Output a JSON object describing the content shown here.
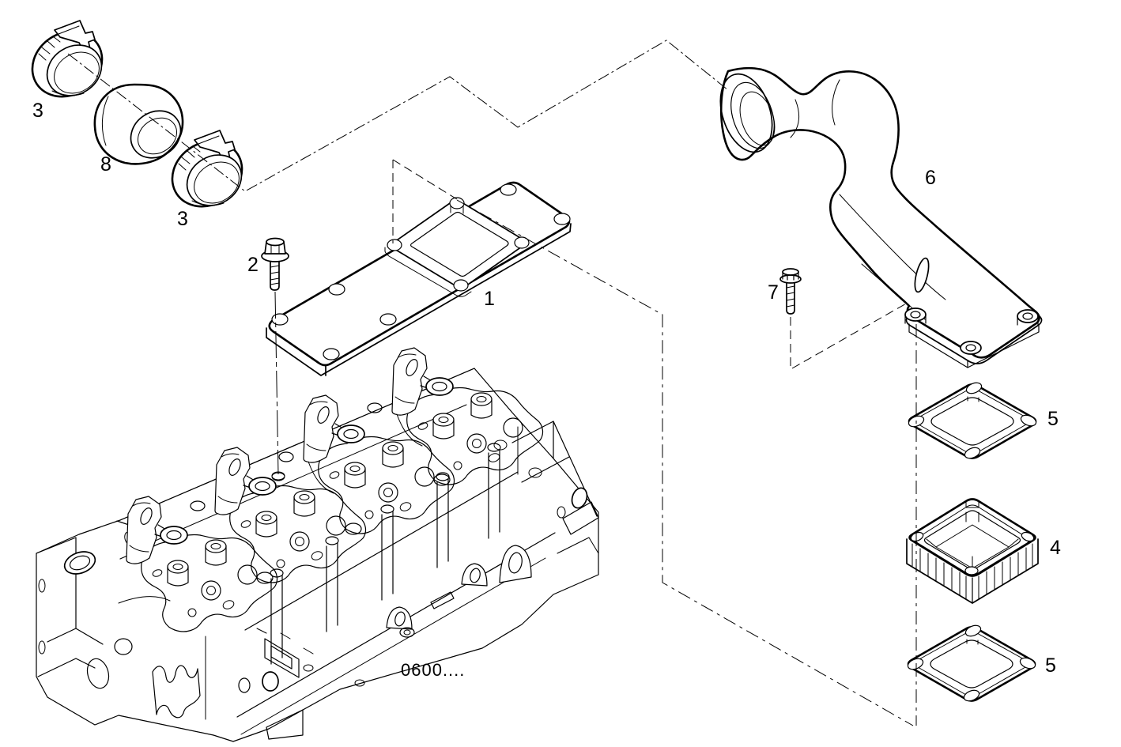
{
  "figure": {
    "kind": "exploded-parts-line-drawing",
    "colors": {
      "background": "#ffffff",
      "ink": "#000000"
    }
  },
  "callouts": {
    "clamp_upper": {
      "text": "3"
    },
    "sleeve": {
      "text": "8"
    },
    "clamp_lower": {
      "text": "3"
    },
    "bolt_cover": {
      "text": "2"
    },
    "cover_plate": {
      "text": "1"
    },
    "intake_pipe": {
      "text": "6"
    },
    "bolt_pipe": {
      "text": "7"
    },
    "gasket_upper": {
      "text": "5"
    },
    "spacer": {
      "text": "4"
    },
    "gasket_lower": {
      "text": "5"
    }
  },
  "note": {
    "text": "0600...."
  }
}
